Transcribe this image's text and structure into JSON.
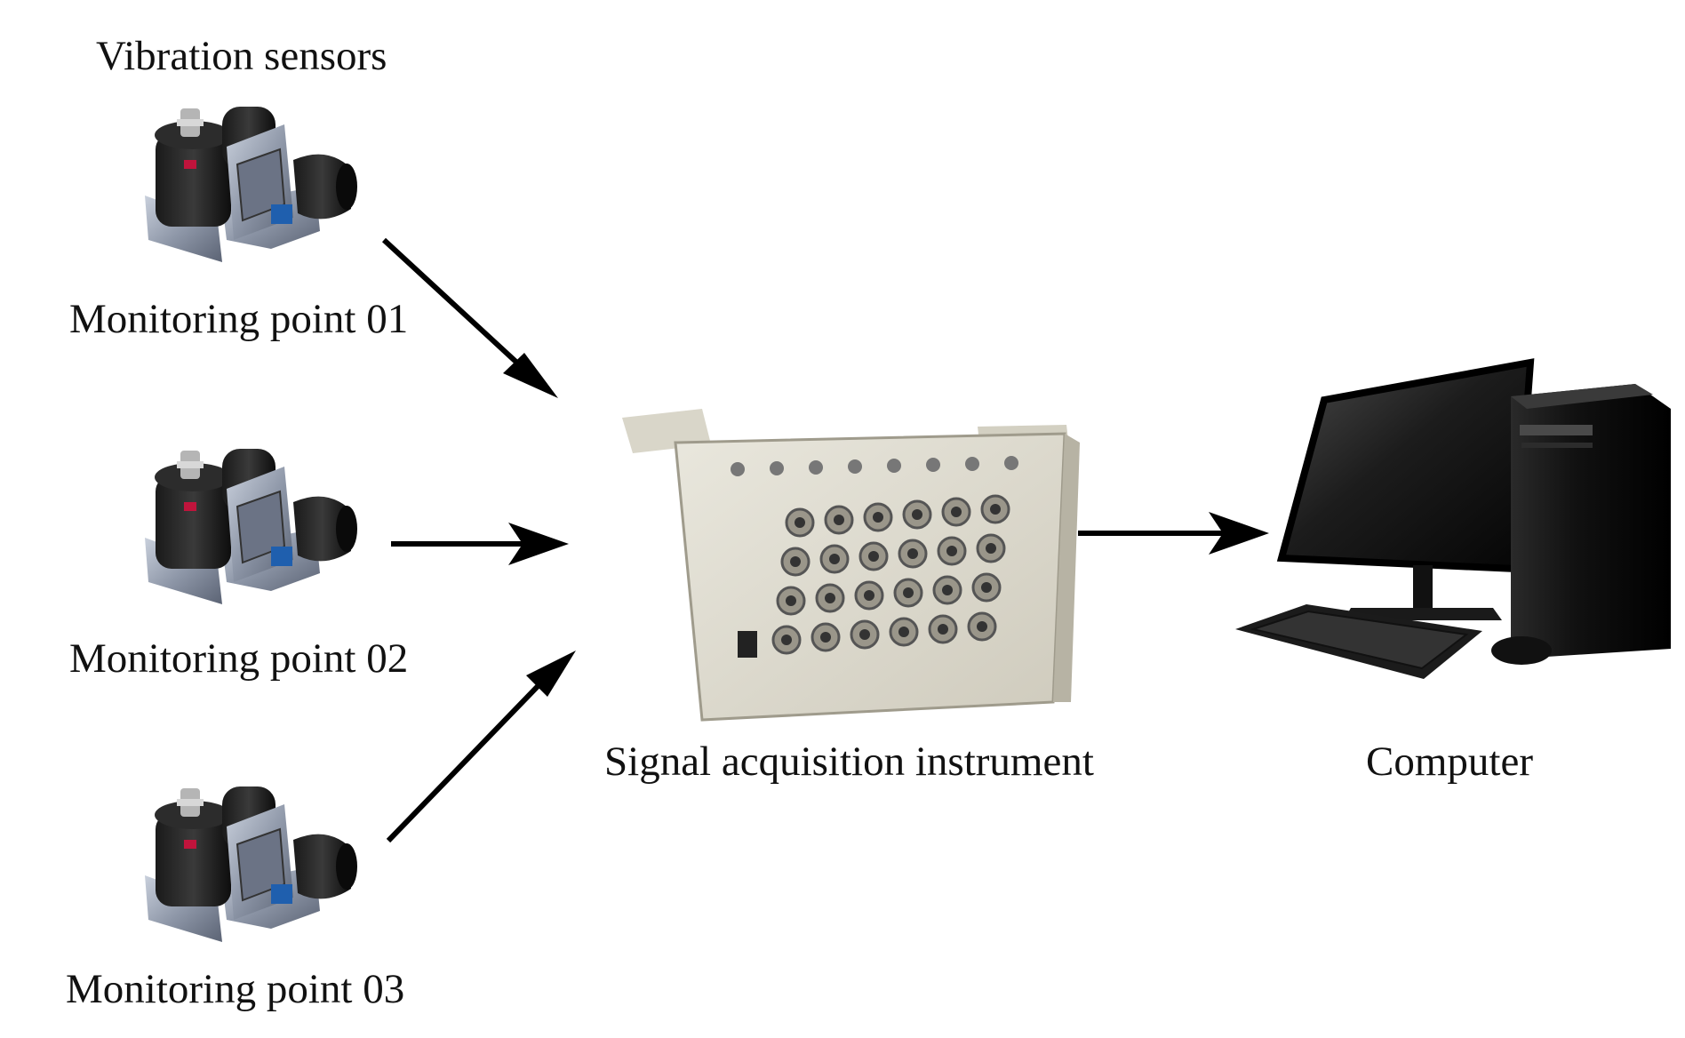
{
  "labels": {
    "group_title": "Vibration sensors",
    "monitoring_points": [
      "Monitoring point 01",
      "Monitoring point 02",
      "Monitoring point 03"
    ],
    "acquisition": "Signal acquisition instrument",
    "computer": "Computer"
  },
  "icons": {
    "sensor": "vibration-sensor-icon",
    "acquisition": "signal-acquisition-instrument-icon",
    "computer": "desktop-computer-icon",
    "arrow": "arrow-icon"
  },
  "colors": {
    "background": "#ffffff",
    "text": "#111111",
    "arrow": "#000000"
  }
}
